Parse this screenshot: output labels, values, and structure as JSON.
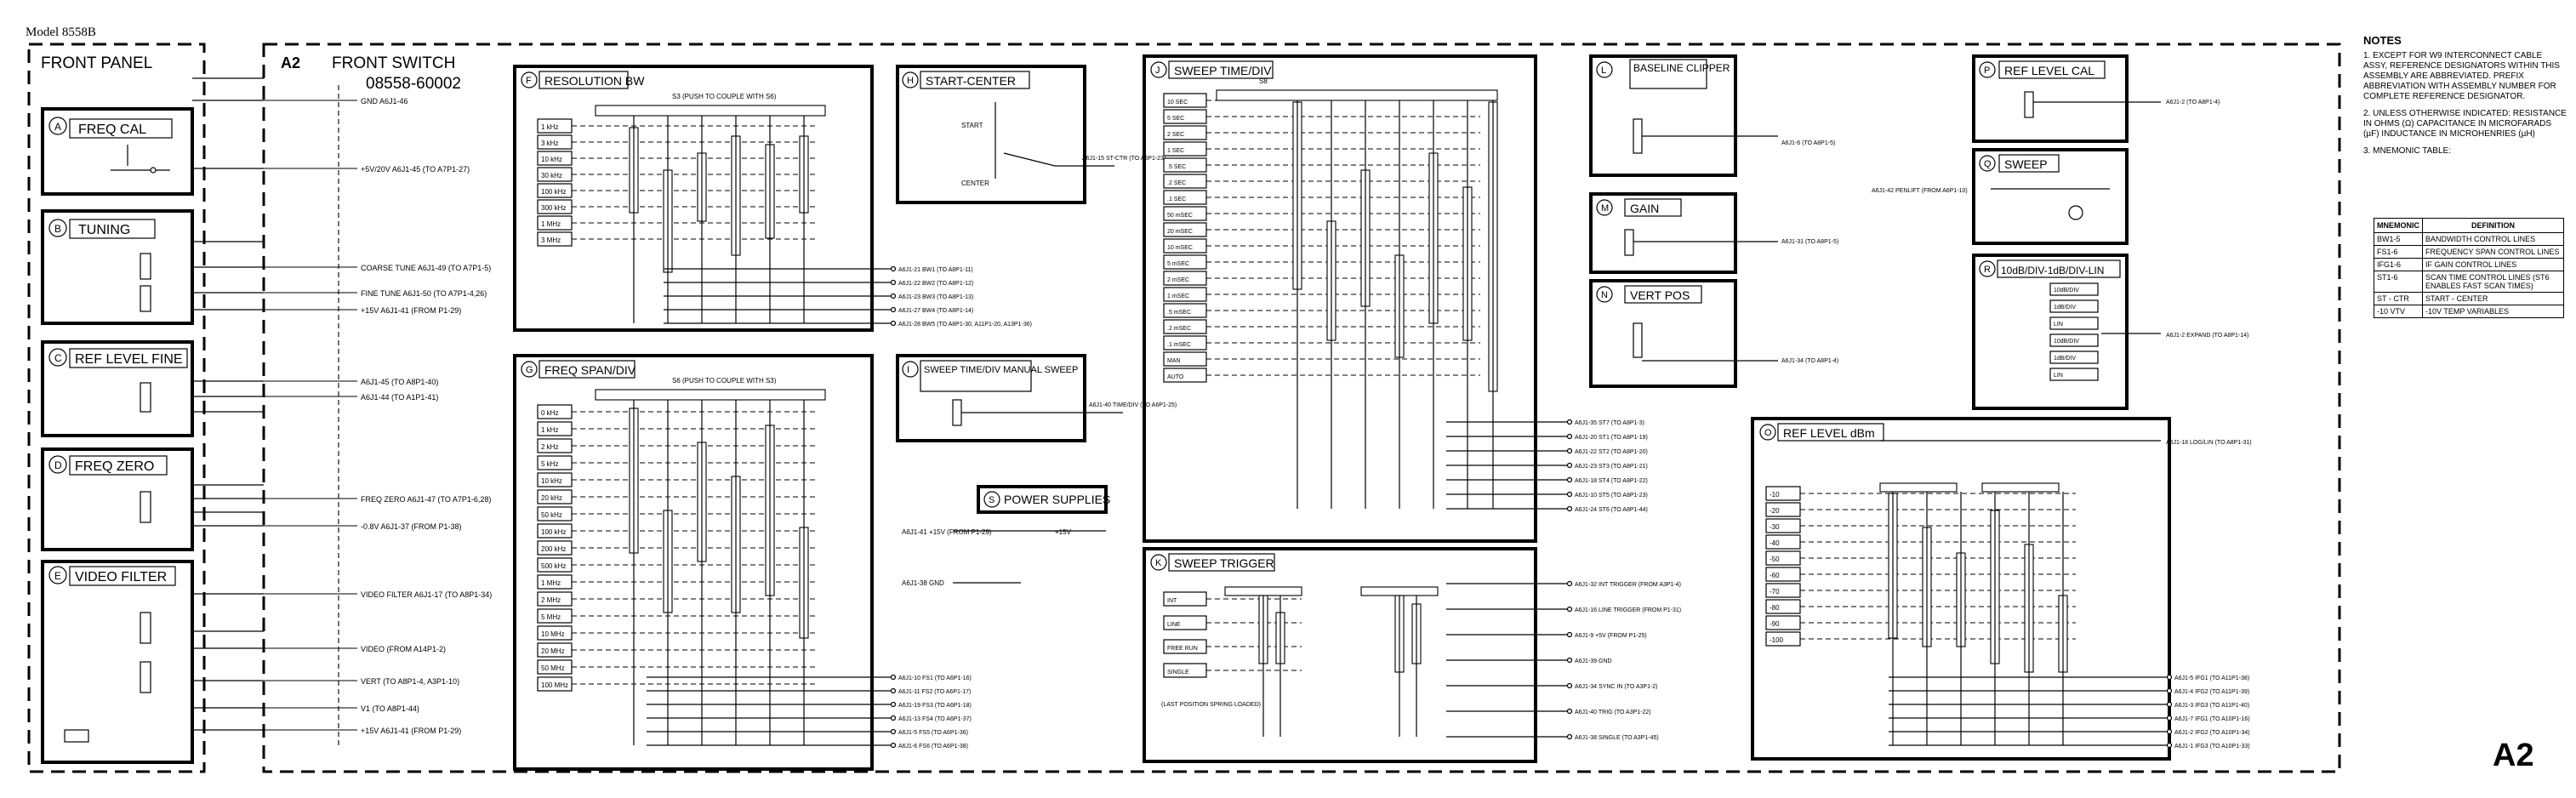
{
  "model": "Model 8558B",
  "front_panel": {
    "title": "FRONT PANEL",
    "blocks": [
      {
        "letter": "A",
        "name": "FREQ CAL"
      },
      {
        "letter": "B",
        "name": "TUNING"
      },
      {
        "letter": "C",
        "name": "REF LEVEL FINE"
      },
      {
        "letter": "D",
        "name": "FREQ ZERO"
      },
      {
        "letter": "E",
        "name": "VIDEO FILTER"
      }
    ]
  },
  "a2": {
    "ref": "A2",
    "title": "FRONT SWITCH",
    "part": "08558-60002",
    "corner": "A2"
  },
  "left_signals": [
    "GND A6J1-46",
    "+5V/20V A6J1-45 (TO A7P1-27)",
    "COARSE TUNE A6J1-49 (TO A7P1-5)",
    "FINE TUNE A6J1-50 (TO A7P1-4,26)",
    "+15V A6J1-41 (FROM P1-29)",
    "A6J1-45 (TO A8P1-40)",
    "A6J1-44 (TO A1P1-41)",
    "FREQ ZERO A6J1-47 (TO A7P1-6,28)",
    "-0.8V A6J1-37 (FROM P1-38)",
    "VIDEO FILTER A6J1-17 (TO A8P1-34)",
    "VIDEO (FROM A14P1-2)",
    "VERT (TO A8P1-4, A3P1-10)",
    "V1 (TO A8P1-44)",
    "+15V A6J1-41 (FROM P1-29)"
  ],
  "sections": [
    {
      "letter": "F",
      "name": "RESOLUTION BW",
      "note": "S3 (PUSH TO COUPLE WITH S6)",
      "positions": [
        "1 kHz",
        "3 kHz",
        "10 kHz",
        "30 kHz",
        "100 kHz",
        "300 kHz",
        "1 MHz",
        "3 MHz"
      ],
      "outputs": [
        "A6J1-21 BW1 (TO A8P1-11)",
        "A6J1-22 BW2 (TO A8P1-12)",
        "A6J1-23 BW3 (TO A8P1-13)",
        "A6J1-27 BW4 (TO A8P1-14)",
        "A6J1-28 BW5 (TO A8P1-30, A11P1-20, A13P1-36)"
      ]
    },
    {
      "letter": "G",
      "name": "FREQ SPAN/DIV",
      "note": "S6 (PUSH TO COUPLE WITH S3)",
      "positions": [
        "0 kHz",
        "1 kHz",
        "2 kHz",
        "5 kHz",
        "10 kHz",
        "20 kHz",
        "50 kHz",
        "100 kHz",
        "200 kHz",
        "500 kHz",
        "1 MHz",
        "2 MHz",
        "5 MHz",
        "10 MHz",
        "20 MHz",
        "50 MHz",
        "100 MHz"
      ],
      "outputs": [
        "A6J1-10 FS1 (TO A6P1-16)",
        "A6J1-11 FS2 (TO A6P1-17)",
        "A6J1-19 FS3 (TO A6P1-18)",
        "A6J1-13 FS4 (TO A6P1-37)",
        "A6J1-5 FS5 (TO A6P1-36)",
        "A6J1-6 FS6 (TO A6P1-38)"
      ]
    },
    {
      "letter": "H",
      "name": "START-CENTER",
      "labels": [
        "START",
        "CENTER"
      ],
      "outputs": [
        "A6J1-15 ST-CTR (TO A6P1-23)"
      ]
    },
    {
      "letter": "I",
      "name": "SWEEP TIME/DIV MANUAL SWEEP",
      "outputs": [
        "A6J1-40 TIME/DIV (TO A6P1-25)"
      ]
    },
    {
      "letter": "J",
      "name": "SWEEP TIME/DIV",
      "note": "S8",
      "positions": [
        "10 SEC",
        "5 SEC",
        "2 SEC",
        "1 SEC",
        ".5 SEC",
        ".2 SEC",
        ".1 SEC",
        "50 mSEC",
        "20 mSEC",
        "10 mSEC",
        "5 mSEC",
        "2 mSEC",
        "1 mSEC",
        ".5 mSEC",
        ".2 mSEC",
        ".1 mSEC",
        "MAN",
        "AUTO"
      ],
      "outputs": [
        "A6J1-35 ST7 (TO A8P1-3)",
        "A6J1-20 ST1 (TO A8P1-19)",
        "A6J1-22 ST2 (TO A8P1-20)",
        "A6J1-23 ST3 (TO A8P1-21)",
        "A6J1-18 ST4 (TO A8P1-22)",
        "A6J1-10 ST5 (TO A8P1-23)",
        "A6J1-24 ST6 (TO A8P1-44)"
      ]
    },
    {
      "letter": "K",
      "name": "SWEEP TRIGGER",
      "positions": [
        "INT",
        "LINE",
        "FREE RUN",
        "SINGLE"
      ],
      "note": "(LAST POSITION SPRING LOADED)",
      "outputs": [
        "A6J1-32 INT TRIGGER (FROM A3P1-4)",
        "A6J1-16 LINE TRIGGER (FROM P1-31)",
        "A6J1-9 +5V (FROM P1-25)",
        "A6J1-39 GND",
        "A6J1-34 SYNC IN (TO A3P1-2)",
        "A6J1-40 TRIG (TO A3P1-22)",
        "A6J1-38 SINGLE (TO A3P1-45)"
      ]
    },
    {
      "letter": "L",
      "name": "BASELINE CLIPPER",
      "outputs": [
        "A6J1-6 (TO A8P1-5)"
      ]
    },
    {
      "letter": "M",
      "name": "GAIN",
      "outputs": [
        "A6J1-31 (TO A8P1-5)"
      ]
    },
    {
      "letter": "N",
      "name": "VERT POS",
      "outputs": [
        "A6J1-34 (TO A8P1-4)"
      ]
    },
    {
      "letter": "O",
      "name": "REF LEVEL dBm",
      "positions": [
        "-10",
        "-20",
        "-30",
        "-40",
        "-50",
        "-60",
        "-70",
        "-80",
        "-90",
        "-100"
      ],
      "outputs": [
        "A6J1-5 IFG1 (TO A11P1-38)",
        "A6J1-4 IFG2 (TO A11P1-39)",
        "A6J1-3 IFG3 (TO A11P1-40)",
        "A6J1-7 IFG1 (TO A10P1-16)",
        "A6J1-2 IFG2 (TO A10P1-34)",
        "A6J1-1 IFG3 (TO A10P1-33)"
      ]
    },
    {
      "letter": "P",
      "name": "REF LEVEL CAL",
      "outputs": [
        "A6J1-2 (TO A8P1-4)"
      ]
    },
    {
      "letter": "Q",
      "name": "SWEEP",
      "outputs": [
        "A6J1-42 PENLIFT (FROM A6P1-10)"
      ]
    },
    {
      "letter": "R",
      "name": "10dB/DIV-1dB/DIV-LIN",
      "positions": [
        "10dB/DIV",
        "1dB/DIV",
        "LIN",
        "10dB/DIV",
        "1dB/DIV",
        "LIN"
      ],
      "outputs": [
        "A6J1-2 EXPAND (TO A8P1-14)",
        "A6J1-18 LOG/LIN (TO A8P1-31)"
      ]
    },
    {
      "letter": "S",
      "name": "POWER SUPPLIES",
      "outputs": [
        "+15V",
        "A6J1-41 +15V (FROM P1-29)",
        "A6J1-38 GND"
      ]
    }
  ],
  "notes": {
    "heading": "NOTES",
    "items": [
      "1. EXCEPT FOR W9 INTERCONNECT CABLE ASSY, REFERENCE DESIGNATORS WITHIN THIS ASSEMBLY ARE ABBREVIATED. PREFIX ABBREVIATION WITH ASSEMBLY NUMBER FOR COMPLETE REFERENCE DESIGNATOR.",
      "2. UNLESS OTHERWISE INDICATED: RESISTANCE IN OHMS (Ω) CAPACITANCE IN MICROFARADS (µF) INDUCTANCE IN MICROHENRIES (µH)",
      "3. MNEMONIC TABLE:"
    ],
    "table_headers": [
      "MNEMONIC",
      "DEFINITION"
    ],
    "table_rows": [
      [
        "BW1-5",
        "BANDWIDTH CONTROL LINES"
      ],
      [
        "FS1-6",
        "FREQUENCY SPAN CONTROL LINES"
      ],
      [
        "IFG1-6",
        "IF GAIN CONTROL LINES"
      ],
      [
        "ST1-6",
        "SCAN TIME CONTROL LINES (ST6 ENABLES FAST SCAN TIMES)"
      ],
      [
        "ST - CTR",
        "START - CENTER"
      ],
      [
        "-10 VTV",
        "-10V TEMP VARIABLES"
      ]
    ]
  }
}
